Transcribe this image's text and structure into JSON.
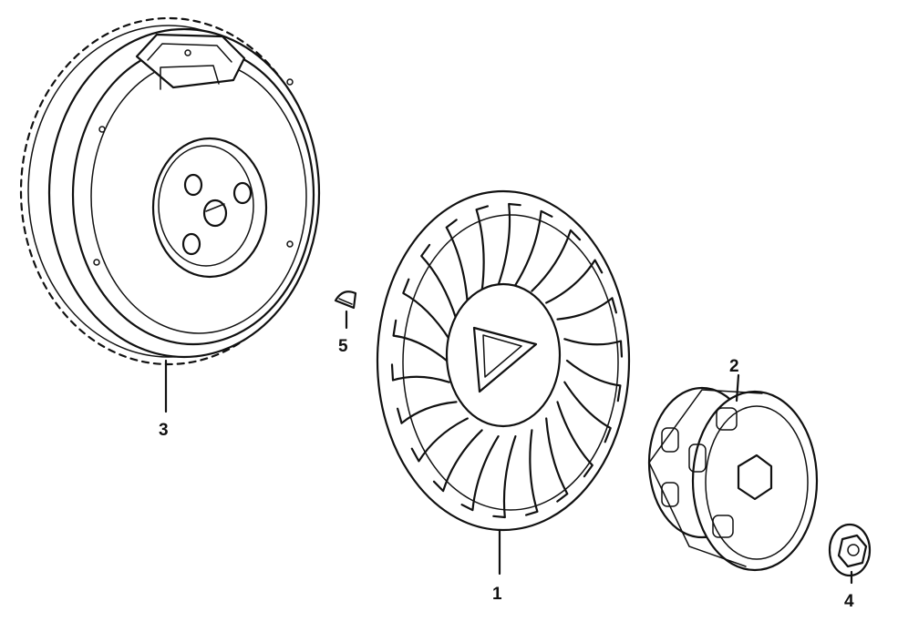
{
  "diagram": {
    "parts": [
      {
        "id": "fan",
        "label": "1"
      },
      {
        "id": "starter_pulley",
        "label": "2"
      },
      {
        "id": "flywheel",
        "label": "3"
      },
      {
        "id": "nut",
        "label": "4"
      },
      {
        "id": "woodruff_key",
        "label": "5"
      }
    ]
  }
}
